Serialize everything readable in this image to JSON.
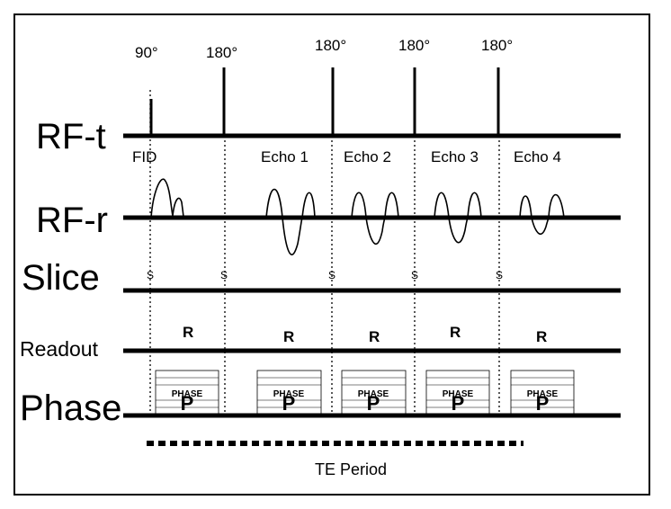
{
  "rows": {
    "rf_t": "RF-t",
    "rf_r": "RF-r",
    "slice": "Slice",
    "readout": "Readout",
    "phase": "Phase"
  },
  "pulses": [
    {
      "angle": "90°"
    },
    {
      "angle": "180°"
    },
    {
      "angle": "180°"
    },
    {
      "angle": "180°"
    },
    {
      "angle": "180°"
    }
  ],
  "signals": [
    "FID",
    "Echo 1",
    "Echo 2",
    "Echo 3",
    "Echo 4"
  ],
  "slice_marker": "S",
  "readout_marker": "R",
  "phase_block": {
    "label": "PHASE",
    "letter": "P"
  },
  "te_label": "TE Period"
}
